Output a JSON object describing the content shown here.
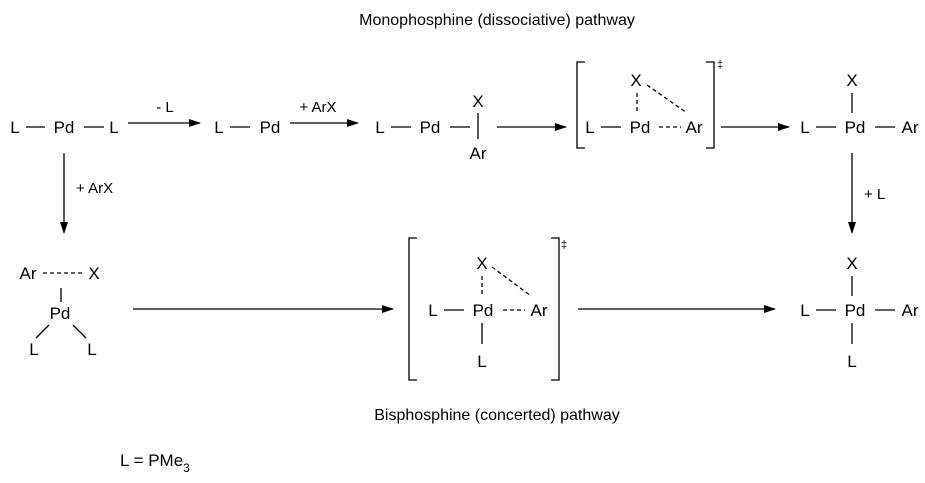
{
  "atoms": {
    "L": "L",
    "Pd": "Pd",
    "X": "X",
    "Ar": "Ar"
  },
  "titles": {
    "top": "Monophosphine (dissociative) pathway",
    "bottom": "Bisphosphine (concerted) pathway"
  },
  "arrow_labels": {
    "dissociation": "- L",
    "oxidative_addition": "+ ArX",
    "bis_addition": "+ ArX",
    "ligand_addition": "+ L"
  },
  "ts_mark": "‡",
  "legend": {
    "prefix": "L = PMe",
    "subscript": "3"
  }
}
